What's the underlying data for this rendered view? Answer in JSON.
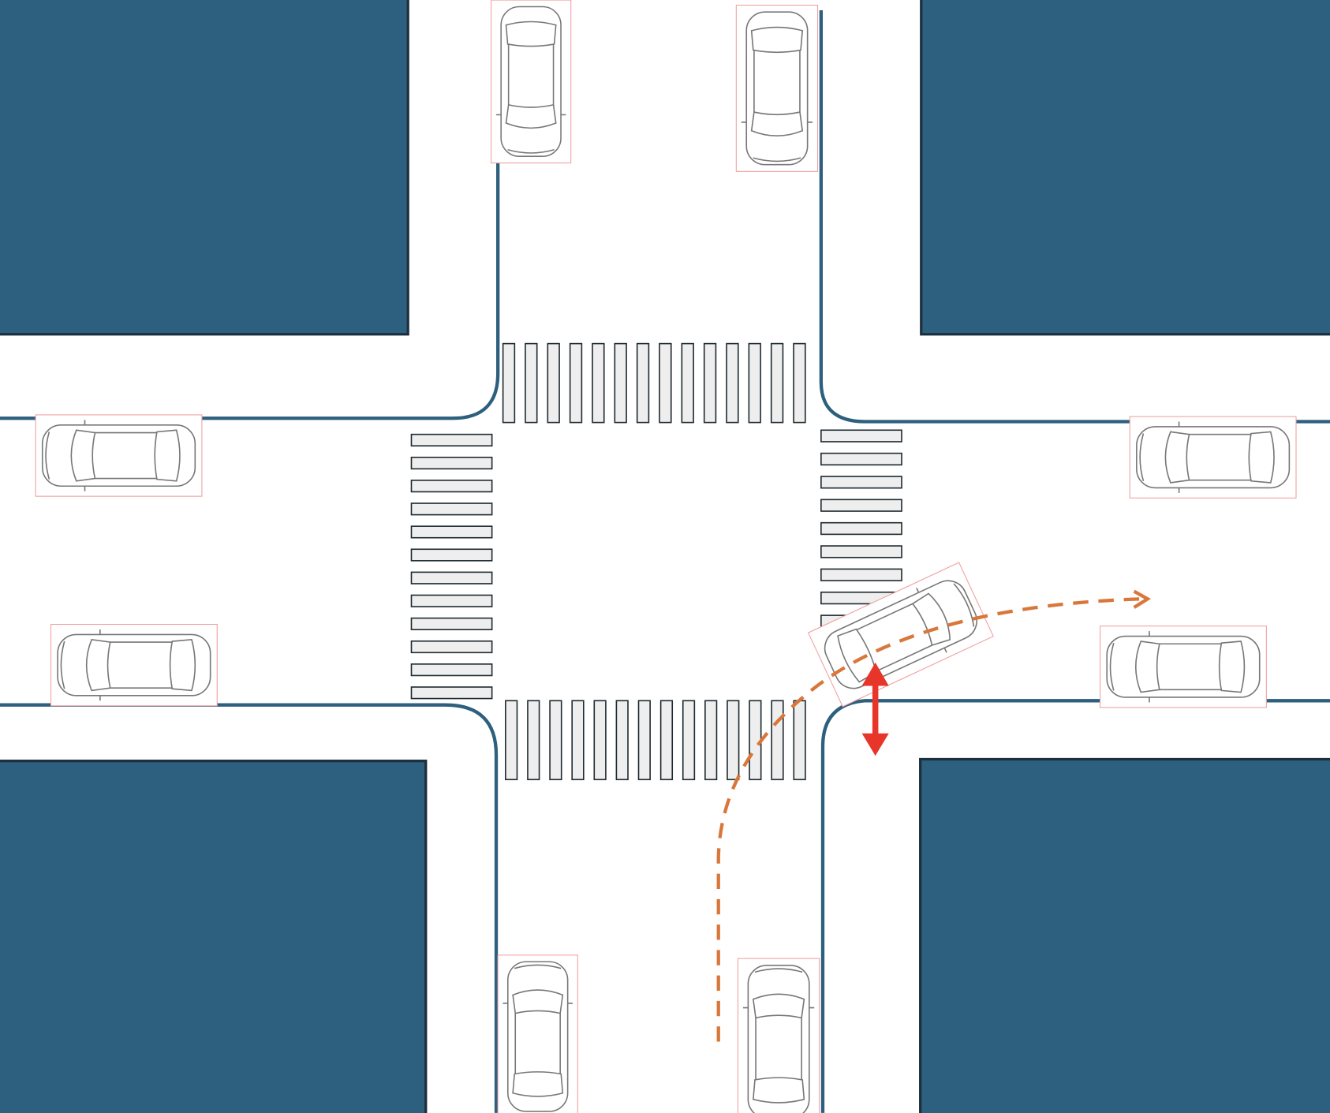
{
  "colors": {
    "block": "#2d5f7e",
    "block_border": "#1c2f3c",
    "road_edge": "#2d5f7e",
    "crosswalk_fill": "#eeeeee",
    "crosswalk_stroke": "#1f2a30",
    "car_outline": "#777777",
    "car_box": "#f0a0a0",
    "turn_path": "#d9773a",
    "conflict_arrow": "#e8352a"
  },
  "crosswalks": {
    "north_stripes": 14,
    "south_stripes": 14,
    "west_stripes": 12,
    "east_stripes": 10
  },
  "cars": [
    {
      "id": "north-left",
      "heading": "south"
    },
    {
      "id": "north-right",
      "heading": "south"
    },
    {
      "id": "west-top",
      "heading": "west"
    },
    {
      "id": "west-bottom",
      "heading": "west"
    },
    {
      "id": "east-top",
      "heading": "west"
    },
    {
      "id": "east-bottom",
      "heading": "west"
    },
    {
      "id": "south-left",
      "heading": "north"
    },
    {
      "id": "south-right",
      "heading": "north"
    },
    {
      "id": "turning",
      "heading": "north-east"
    }
  ]
}
